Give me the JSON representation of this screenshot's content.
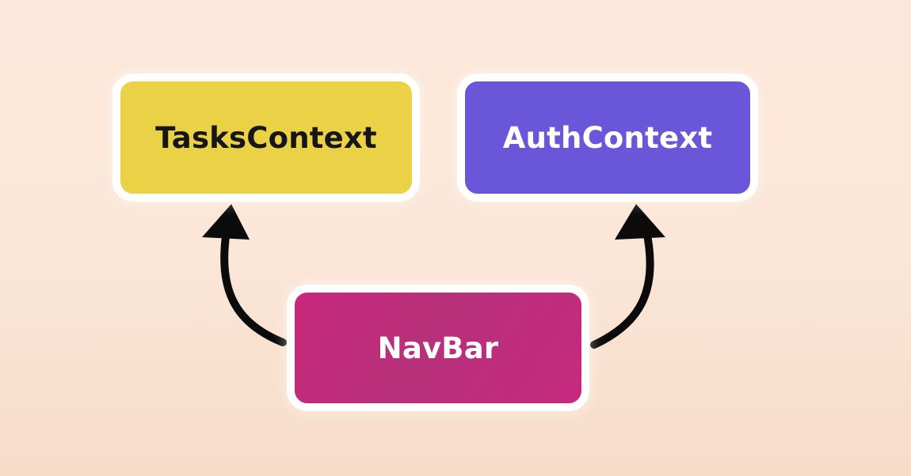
{
  "diagram": {
    "nodes": {
      "tasks": {
        "label": "TasksContext",
        "color": "#ead146"
      },
      "auth": {
        "label": "AuthContext",
        "color": "#6a56d9"
      },
      "navbar": {
        "label": "NavBar",
        "color": "#c2297c"
      }
    },
    "edges": [
      {
        "from": "NavBar",
        "to": "TasksContext"
      },
      {
        "from": "NavBar",
        "to": "AuthContext"
      }
    ]
  }
}
